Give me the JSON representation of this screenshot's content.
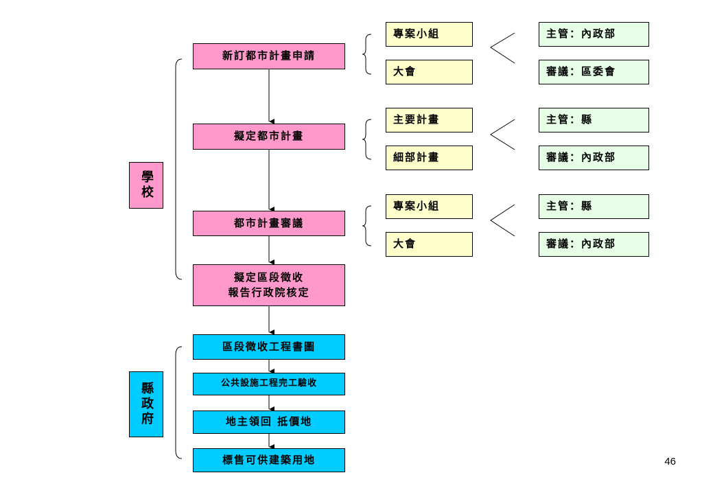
{
  "colors": {
    "school_box": "#ff99cc",
    "county_box": "#00ccff",
    "yellow_box": "#ffffcc",
    "green_box": "#e6ffe6",
    "line": "#000000"
  },
  "labels": {
    "school": "學校",
    "county_government": "縣政府"
  },
  "school_steps": [
    "新訂都市計畫申請",
    "擬定都市計畫",
    "都市計畫審議",
    "擬定區段徵收\n報告行政院核定"
  ],
  "county_steps": [
    "區段徵收工程書圖",
    "公共設施工程完工驗收",
    "地主領回 抵價地",
    "標售可供建築用地"
  ],
  "branches": [
    {
      "items": [
        "專案小組",
        "大會"
      ],
      "authority": [
        "主管：內政部",
        "審議：區委會"
      ]
    },
    {
      "items": [
        "主要計畫",
        "細部計畫"
      ],
      "authority": [
        "主管：縣",
        "審議：內政部"
      ]
    },
    {
      "items": [
        "專案小組",
        "大會"
      ],
      "authority": [
        "主管：縣",
        "審議：內政部"
      ]
    }
  ],
  "page_number": "46"
}
